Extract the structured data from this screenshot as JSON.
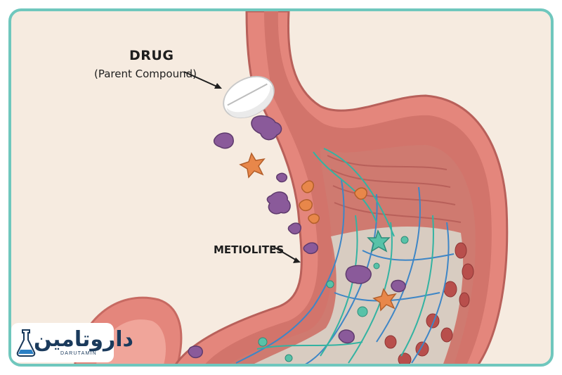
{
  "labels": {
    "drug": "DRUG",
    "parent": "(Parent Compound)",
    "metabolites": "METIOLITES"
  },
  "logo": {
    "persian": "داروتامین",
    "latin": "DARUTAMIN"
  },
  "colors": {
    "frame": "#6fc7bd",
    "background": "#f6ebe0",
    "stomach_wall": "#e4867c",
    "stomach_inner": "#c76a62",
    "lumen": "#d9d2c8",
    "nerve_blue": "#3e86c6",
    "nerve_teal": "#33b3a2",
    "particle_purple": "#8a5a9a",
    "particle_orange": "#e8874a",
    "logo_text": "#1a3a5c"
  },
  "icons": [
    "pill-icon",
    "flask-icon"
  ]
}
